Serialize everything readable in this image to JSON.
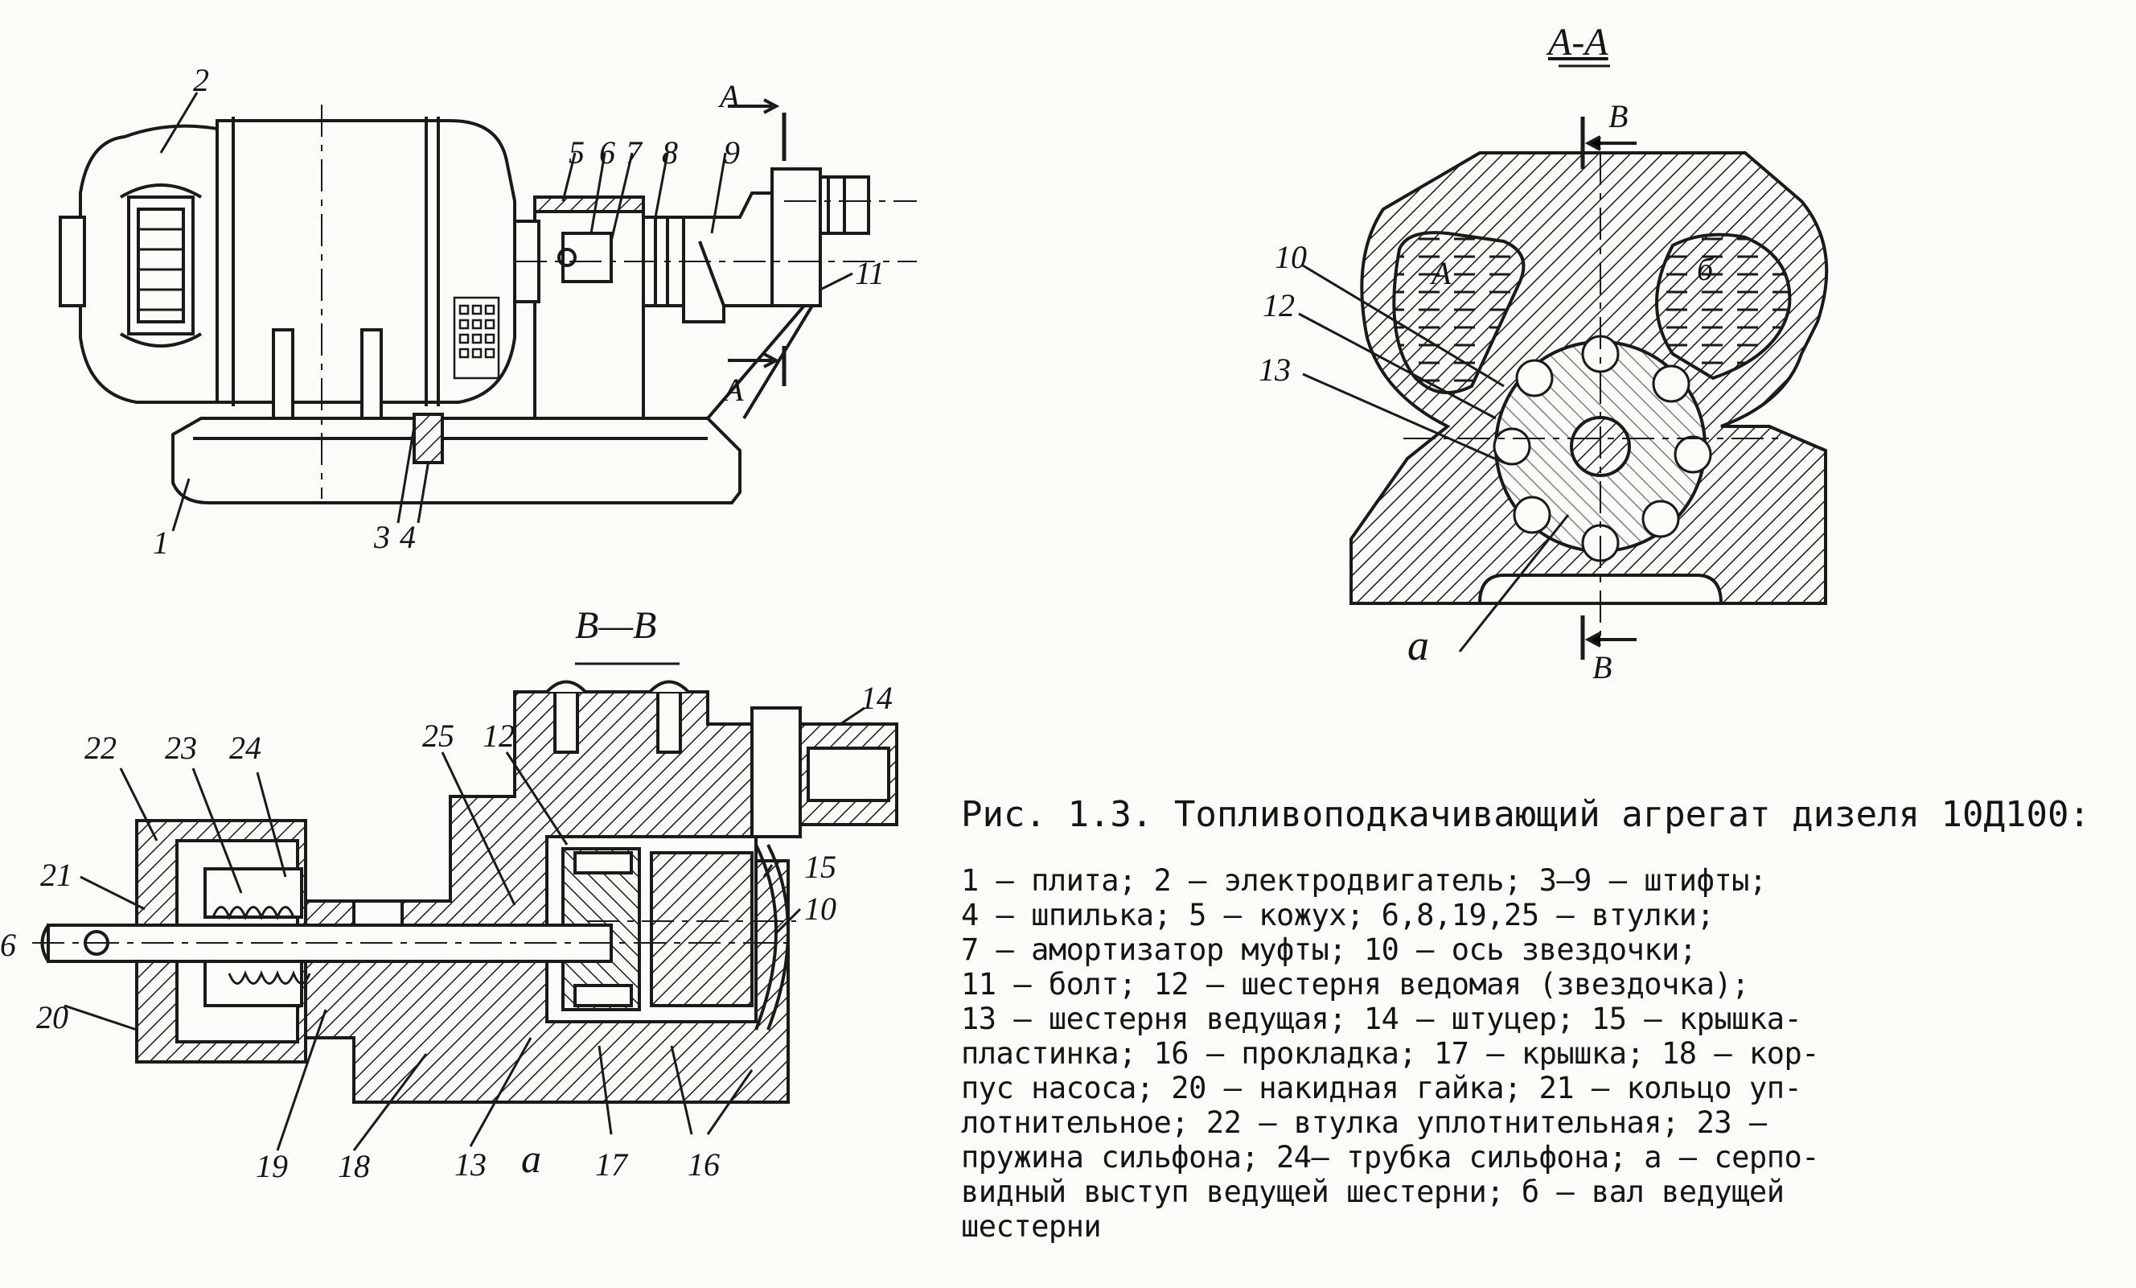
{
  "figure": {
    "section_aa": "A-A",
    "section_bb": "B—B",
    "top_labels": {
      "l2": "2",
      "l5": "5",
      "l6": "6",
      "l7": "7",
      "l8": "8",
      "l9": "9",
      "l11": "11",
      "l1": "1",
      "l3": "3",
      "l4": "4",
      "cut_a_top": "A",
      "cut_a_bottom": "A"
    },
    "aa_labels": {
      "b_top": "B",
      "b_bottom": "B",
      "l10": "10",
      "l12": "12",
      "l13": "13",
      "cav_a": "A",
      "cav_b": "б",
      "a": "a"
    },
    "bb_labels": {
      "l22": "22",
      "l23": "23",
      "l24": "24",
      "l25": "25",
      "l12": "12",
      "l14": "14",
      "l15": "15",
      "l10": "10",
      "l21": "21",
      "l6": "6",
      "l20": "20",
      "l19": "19",
      "l18": "18",
      "l13": "13",
      "la": "a",
      "l17": "17",
      "l16": "16"
    }
  },
  "caption": {
    "title": "Рис. 1.3. Топливоподкачивающий агрегат дизеля 10Д100:",
    "lines": [
      "1 – плита; 2 – электродвигатель; 3–9 – штифты;",
      "4 – шпилька; 5 – кожух; 6,8,19,25 – втулки;",
      "7 – амортизатор муфты; 10 – ось звездочки;",
      "11 – болт; 12 – шестерня ведомая (звездочка);",
      "13 – шестерня ведущая; 14 – штуцер; 15 – крышка-",
      "пластинка; 16 – прокладка; 17 – крышка; 18 – кор-",
      "пус насоса; 20 – накидная гайка; 21 – кольцо уп-",
      "лотнительное; 22 – втулка уплотнительная; 23 –",
      "пружина сильфона; 24– трубка сильфона; а – серпо-",
      "видный выступ ведущей шестерни; б – вал ведущей",
      "шестерни"
    ]
  }
}
